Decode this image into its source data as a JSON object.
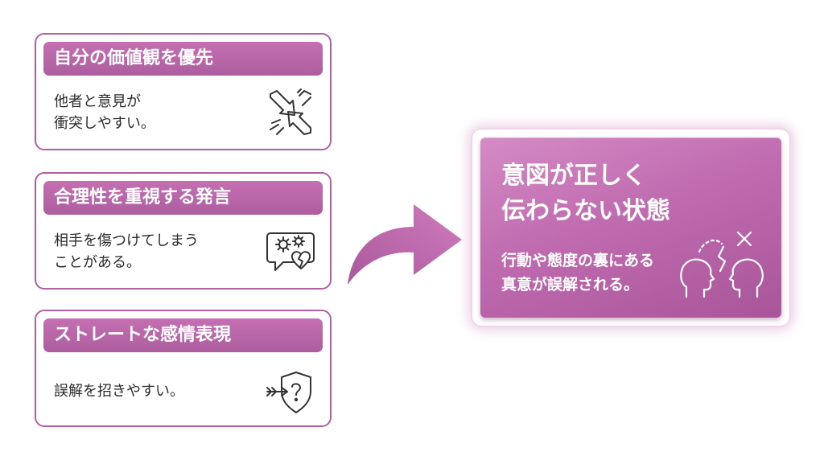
{
  "cards": [
    {
      "title": "自分の価値観を優先",
      "lines": [
        "他者と意見が",
        "衝突しやすい。"
      ],
      "icon": "clashing-arrows-icon"
    },
    {
      "title": "合理性を重視する発言",
      "lines": [
        "相手を傷つけてしまう",
        "ことがある。"
      ],
      "icon": "gears-broken-heart-icon"
    },
    {
      "title": "ストレートな感情表現",
      "lines": [
        "誤解を招きやすい。"
      ],
      "icon": "arrow-shield-question-icon"
    }
  ],
  "connector": {
    "icon": "curved-arrow-icon"
  },
  "result": {
    "title_lines": [
      "意図が正しく",
      "伝わらない状態"
    ],
    "body_lines": [
      "行動や態度の裏にある",
      "真意が誤解される。"
    ],
    "icon": "two-heads-miscommunication-icon"
  },
  "colors": {
    "accent": "#b45fa3",
    "header_gradient_top": "#c46fb2",
    "header_gradient_bottom": "#ad5e9f",
    "result_gradient": [
      "#d48bc4",
      "#c06bb0",
      "#a95599"
    ],
    "text_dark": "#2b2b2b",
    "text_light": "#ffffff"
  }
}
